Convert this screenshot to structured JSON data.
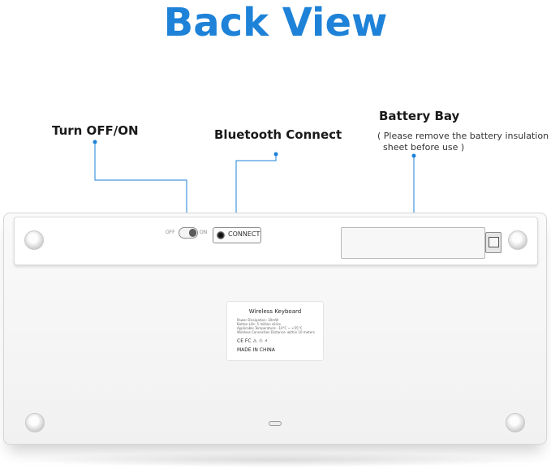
{
  "title": "Back View",
  "labels": {
    "power": "Turn OFF/ON",
    "bluetooth": "Bluetooth Connect",
    "battery": "Battery Bay",
    "battery_note_line1": "( Please remove the battery insulation",
    "battery_note_line2": "sheet before use )"
  },
  "keyboard": {
    "switch_off": "OFF",
    "switch_on": "ON",
    "connect_button": "CONNECT",
    "sticker": {
      "title": "Wireless Keyboard",
      "lines": [
        "Power Dissipation: 30mW",
        "Button Life: 5 million clicks",
        "Applicable Temperature: -10°C ~ +55°C",
        "Wireless Connection Distance: within 10 meters"
      ],
      "marks": "CE FC ⚠ ♲ ⚡",
      "made_in": "MADE IN CHINA"
    }
  },
  "colors": {
    "title": "#1e82d8",
    "leader": "#1e82d8"
  },
  "icons": [
    "toggle-switch-icon",
    "connect-button-icon",
    "latch-icon"
  ]
}
